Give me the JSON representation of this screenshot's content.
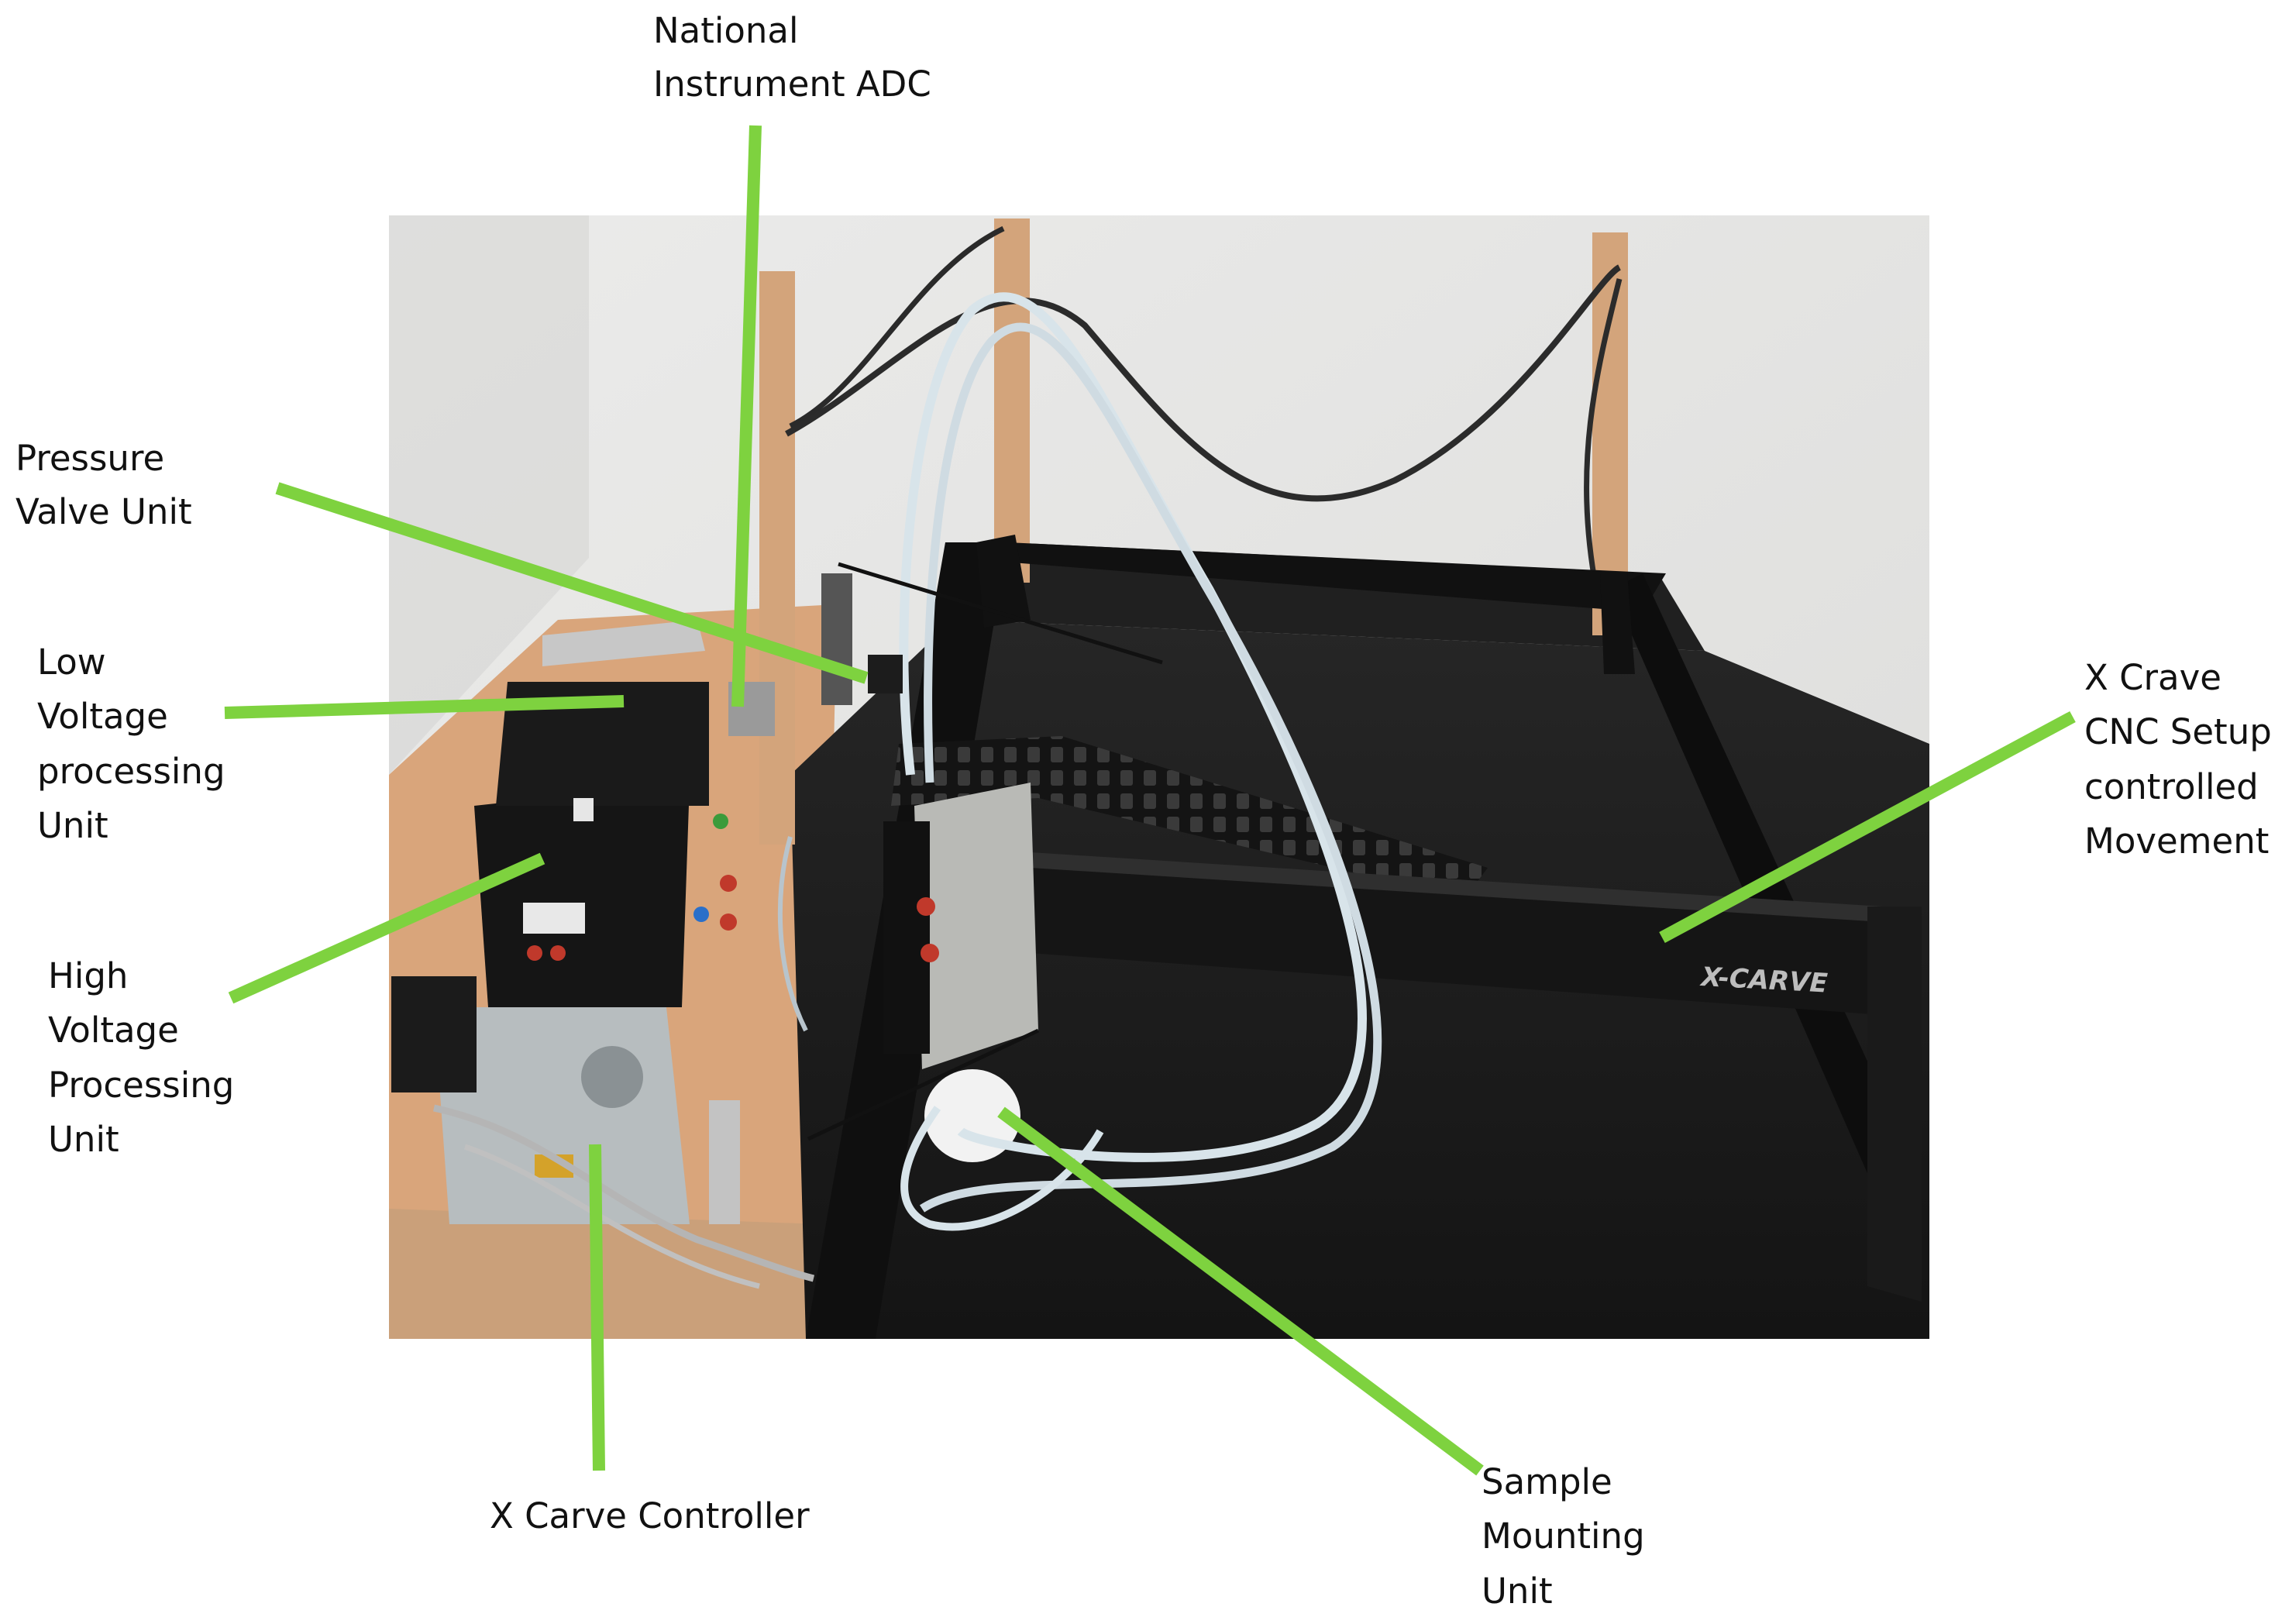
{
  "colors": {
    "leader_line": "#7ed23f",
    "pointer_line": "#111111",
    "wall": "#e5e5e3",
    "wood_base": "#d9a57b",
    "cnc_bed": "#1c1c1c",
    "cnc_frame": "#0f0f0f",
    "tubing": "#d8e4ea"
  },
  "labels": {
    "national_instrument_adc": [
      "National",
      "Instrument ADC"
    ],
    "pressure_valve_unit": [
      "Pressure",
      "Valve Unit"
    ],
    "low_voltage_unit": [
      "Low",
      "Voltage",
      "processing",
      "Unit"
    ],
    "high_voltage_unit": [
      "High",
      "Voltage",
      "Processing",
      "Unit"
    ],
    "x_crave_cnc": [
      "X Crave",
      "CNC Setup",
      "controlled",
      "Movement"
    ],
    "x_carve_controller": [
      "X Carve Controller"
    ],
    "sample_mounting_unit": [
      "Sample",
      "Mounting",
      "Unit"
    ]
  },
  "photo_text": {
    "gantry_brand": "X-CARVE"
  }
}
